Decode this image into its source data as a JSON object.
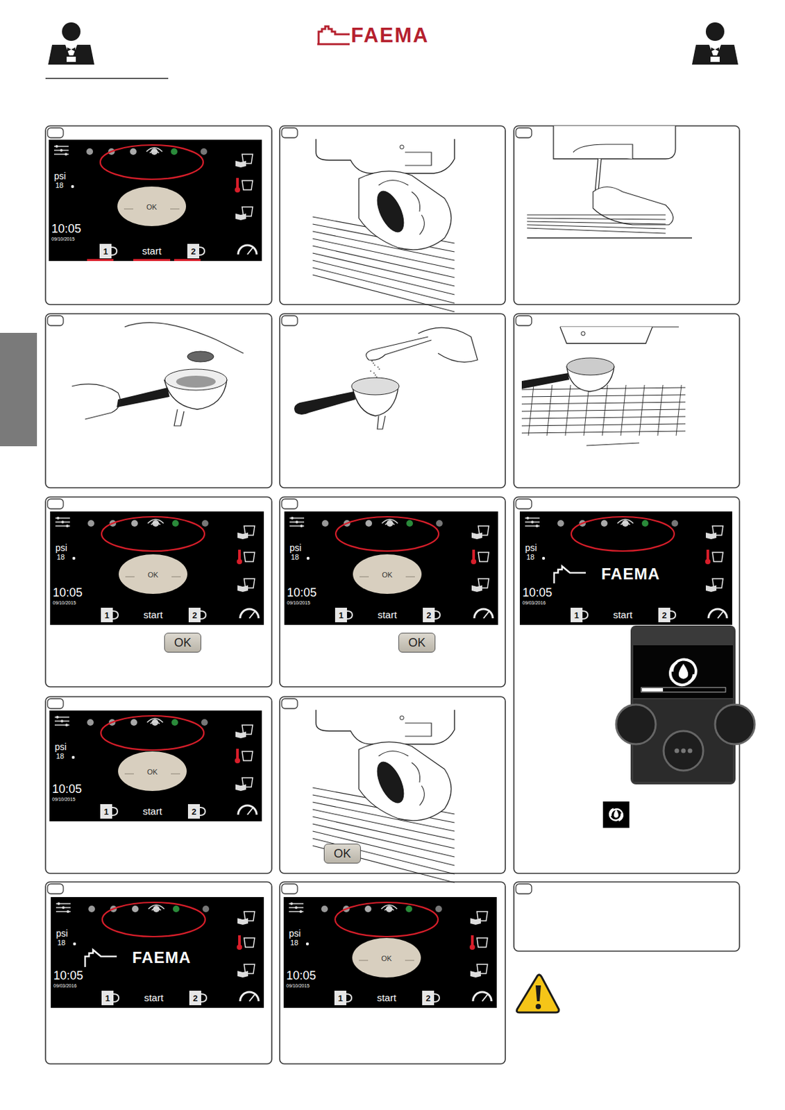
{
  "diagram": {
    "nodes": [
      {
        "text": [
          "psi",
          "18",
          "OK",
          "10:05",
          "09/10/2015",
          "start",
          "1",
          "2"
        ]
      },
      {
        "text": [
          "psi",
          "18",
          "OK",
          "10:05",
          "09/10/2015",
          "start",
          "1",
          "2"
        ]
      },
      {
        "text": [
          "OK"
        ]
      },
      {
        "text": [
          "psi",
          "18",
          "OK",
          "10:05",
          "09/10/2015",
          "start",
          "1",
          "2"
        ]
      },
      {
        "text": [
          "OK"
        ]
      },
      {
        "text": [
          "psi",
          "18",
          "FAEMA",
          "10:05",
          "09/03/2016",
          "start",
          "1",
          "2"
        ]
      },
      {
        "text": [
          "psi",
          "18",
          "OK",
          "10:05",
          "09/10/2015",
          "start",
          "1",
          "2"
        ]
      },
      {
        "text": [
          "OK"
        ]
      },
      {
        "text": [
          "psi",
          "18",
          "FAEMA",
          "10:05",
          "09/03/2016",
          "start",
          "1",
          "2"
        ]
      },
      {
        "text": [
          "psi",
          "18",
          "OK",
          "10:05",
          "09/10/2015",
          "start",
          "1",
          "2"
        ]
      }
    ],
    "labels": [
      "FAEMA"
    ]
  }
}
